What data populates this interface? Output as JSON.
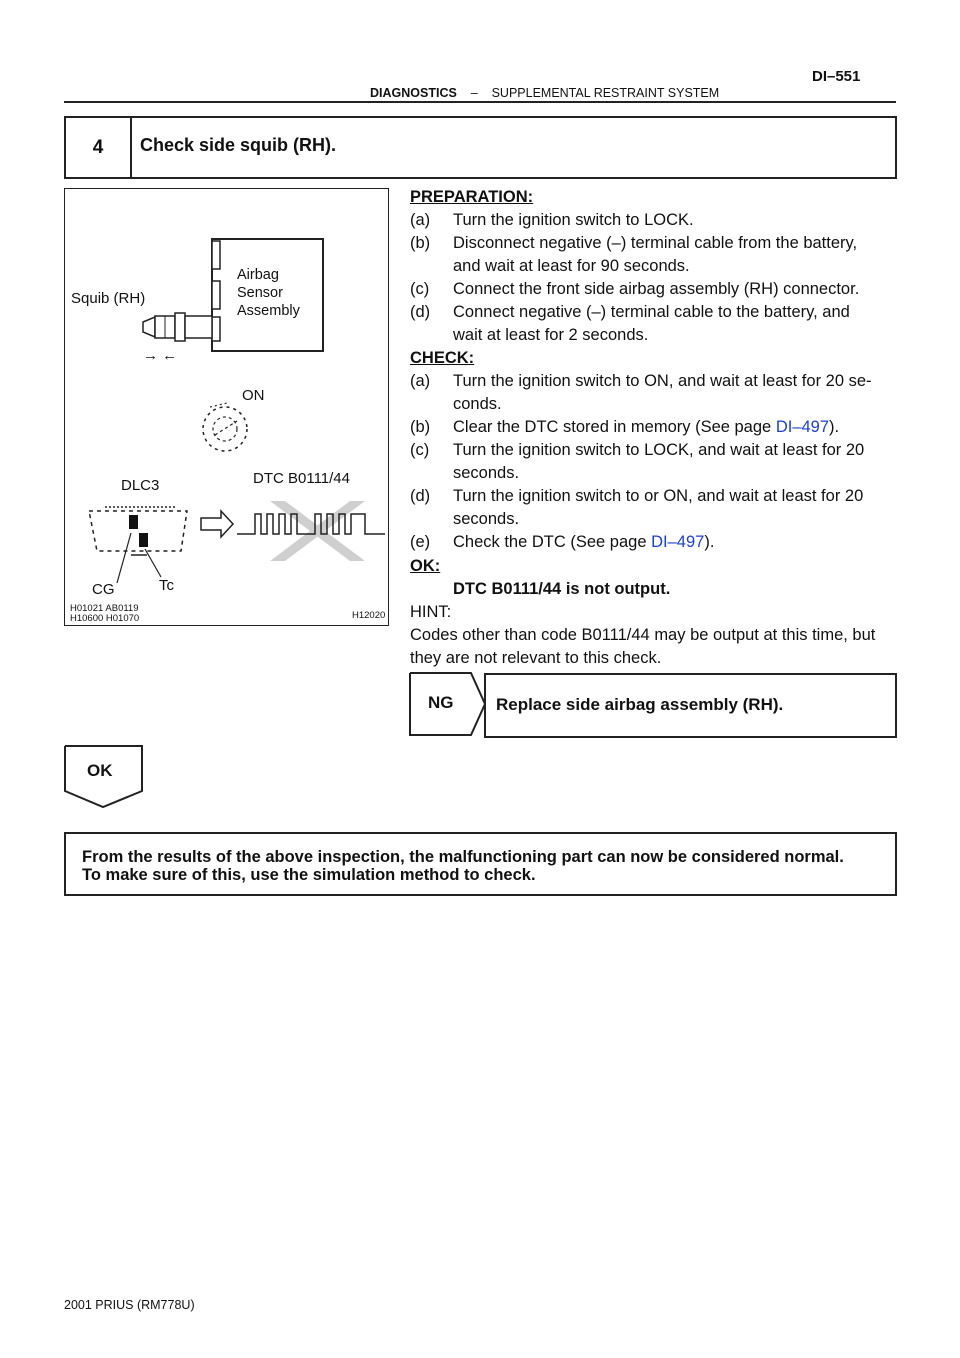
{
  "header": {
    "section": "DIAGNOSTICS",
    "separator": "–",
    "subsection": "SUPPLEMENTAL RESTRAINT SYSTEM",
    "page": "DI–551"
  },
  "step": {
    "number": "4",
    "title": "Check side squib (RH)."
  },
  "figure": {
    "squib_label": "Squib (RH)",
    "sensor_line1": "Airbag",
    "sensor_line2": "Sensor",
    "sensor_line3": "Assembly",
    "arrows": "→ ←",
    "on_label": "ON",
    "dlc_label": "DLC3",
    "dtc_label": "DTC B0111/44",
    "cg_label": "CG",
    "tc_label": "Tc",
    "code_line1": "H01021   AB0119",
    "code_line2": "H10600   H01070",
    "code_right": "H12020"
  },
  "preparation": {
    "heading": "PREPARATION:",
    "items": [
      {
        "mark": "(a)",
        "text": "Turn the ignition switch to LOCK."
      },
      {
        "mark": "(b)",
        "text": "Disconnect negative (–) terminal cable from the battery,",
        "cont": "and wait at least for 90 seconds."
      },
      {
        "mark": "(c)",
        "text": "Connect the front side airbag assembly (RH) connector."
      },
      {
        "mark": "(d)",
        "text": "Connect negative (–) terminal cable to the battery, and",
        "cont": "wait at least for 2 seconds."
      }
    ]
  },
  "check": {
    "heading": "CHECK:",
    "items": [
      {
        "mark": "(a)",
        "text": "Turn the ignition switch to ON, and wait at least for 20 se-",
        "cont": "conds."
      },
      {
        "mark": "(b)",
        "text_pre": "Clear the DTC stored in memory (See page ",
        "link": "DI–497",
        "text_post": ")."
      },
      {
        "mark": "(c)",
        "text": "Turn the ignition switch to LOCK, and wait at least for 20",
        "cont": "seconds."
      },
      {
        "mark": "(d)",
        "text": "Turn the ignition switch to or ON, and wait at least for 20",
        "cont": "seconds."
      },
      {
        "mark": "(e)",
        "text_pre": "Check the DTC (See page ",
        "link": "DI–497",
        "text_post": ")."
      }
    ]
  },
  "ok": {
    "heading": "OK:",
    "text": "DTC B0111/44 is not output."
  },
  "hint": {
    "heading": "HINT:",
    "line1": "Codes other than code B0111/44 may be output at this time, but",
    "line2": "they are not relevant to this check."
  },
  "ng": {
    "label": "NG",
    "action": "Replace side airbag assembly (RH)."
  },
  "ok_flow": {
    "label": "OK"
  },
  "result": {
    "line1": "From the results of the above inspection, the malfunctioning part can now be considered normal.",
    "line2": "To make sure of this, use the simulation method to check."
  },
  "footer": "2001 PRIUS   (RM778U)"
}
